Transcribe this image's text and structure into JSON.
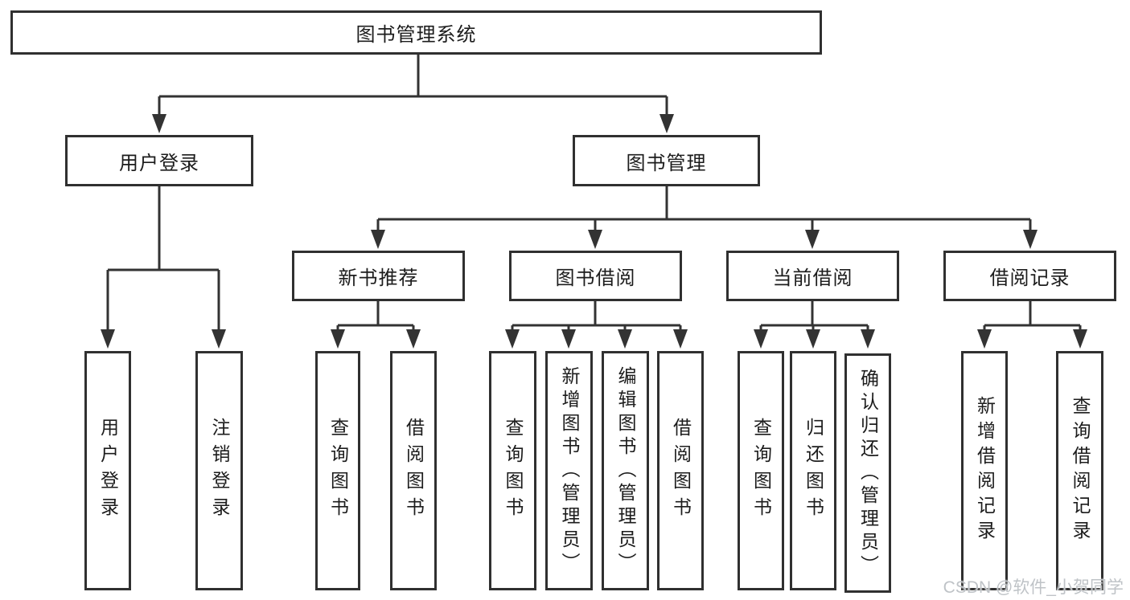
{
  "tree": {
    "root": {
      "label": "图书管理系统"
    },
    "branches": [
      {
        "label": "用户登录",
        "children": [
          {
            "label": "用户登录"
          },
          {
            "label": "注销登录"
          }
        ]
      },
      {
        "label": "图书管理",
        "children": [
          {
            "label": "新书推荐",
            "children": [
              {
                "label": "查询图书"
              },
              {
                "label": "借阅图书"
              }
            ]
          },
          {
            "label": "图书借阅",
            "children": [
              {
                "label": "查询图书"
              },
              {
                "label": "新增图书（管理员）"
              },
              {
                "label": "编辑图书（管理员）"
              },
              {
                "label": "借阅图书"
              }
            ]
          },
          {
            "label": "当前借阅",
            "children": [
              {
                "label": "查询图书"
              },
              {
                "label": "归还图书"
              },
              {
                "label": "确认归还（管理员）"
              }
            ]
          },
          {
            "label": "借阅记录",
            "children": [
              {
                "label": "新增借阅记录"
              },
              {
                "label": "查询借阅记录"
              }
            ]
          }
        ]
      }
    ]
  },
  "watermark": {
    "text": "CSDN @软件_小贺同学"
  },
  "colors": {
    "line": "#333333",
    "box_border": "#303030",
    "text": "#1c1c1c",
    "watermark": "#bfc3c7",
    "background": "#ffffff"
  }
}
